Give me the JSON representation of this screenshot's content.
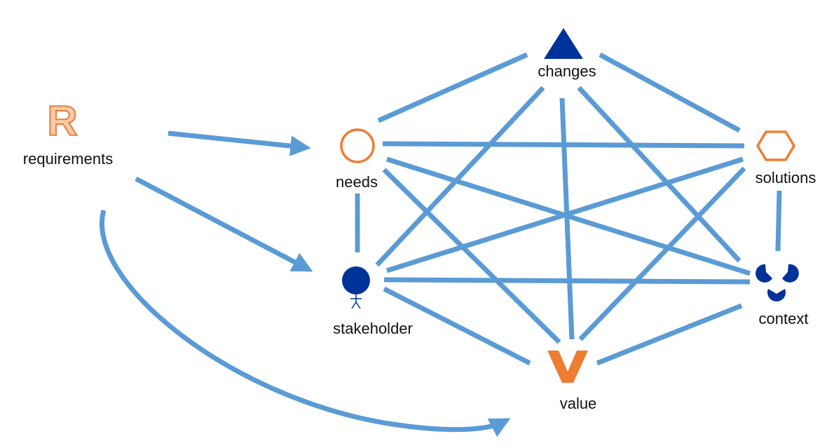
{
  "colors": {
    "edge": "#5b9bd5",
    "dark_blue": "#003399",
    "orange": "#ed7d31",
    "light_orange": "#f8cbad",
    "text": "#111111"
  },
  "source": {
    "glyph": "R",
    "label": "requirements",
    "icon": "r-letter-icon"
  },
  "nodes": {
    "changes": {
      "label": "changes",
      "icon": "triangle-icon"
    },
    "needs": {
      "label": "needs",
      "icon": "circle-outline-icon"
    },
    "solutions": {
      "label": "solutions",
      "icon": "hexagon-outline-icon"
    },
    "stakeholder": {
      "label": "stakeholder",
      "icon": "stick-figure-icon"
    },
    "context": {
      "label": "context",
      "icon": "trefoil-icon"
    },
    "value": {
      "label": "value",
      "icon": "v-shape-icon"
    }
  },
  "edges": [
    [
      "needs",
      "changes"
    ],
    [
      "changes",
      "solutions"
    ],
    [
      "changes",
      "stakeholder"
    ],
    [
      "changes",
      "value"
    ],
    [
      "changes",
      "context"
    ],
    [
      "needs",
      "solutions"
    ],
    [
      "needs",
      "stakeholder"
    ],
    [
      "needs",
      "context"
    ],
    [
      "needs",
      "value"
    ],
    [
      "solutions",
      "stakeholder"
    ],
    [
      "solutions",
      "context"
    ],
    [
      "solutions",
      "value"
    ],
    [
      "stakeholder",
      "context"
    ],
    [
      "stakeholder",
      "value"
    ],
    [
      "context",
      "value"
    ]
  ],
  "arrows": [
    [
      "requirements",
      "needs"
    ],
    [
      "requirements",
      "stakeholder"
    ],
    [
      "requirements",
      "value"
    ]
  ]
}
